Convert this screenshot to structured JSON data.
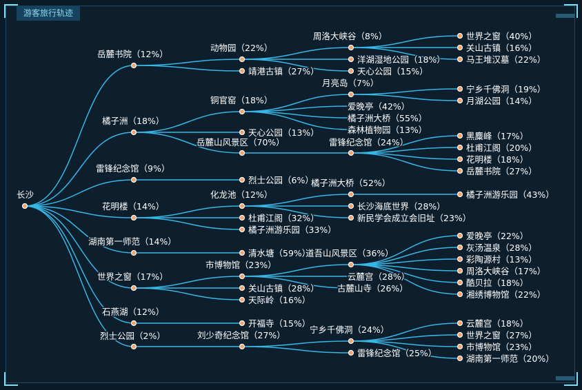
{
  "panel": {
    "title": "游客旅行轨迹"
  },
  "colors": {
    "line": "#38b7e6",
    "node_fill": "#f3a36a",
    "node_stroke": "#ffffff",
    "text": "#ffffff"
  },
  "chart_data": {
    "type": "tree",
    "root": "长沙",
    "children": [
      {
        "label": "岳麓书院（12%）",
        "children": [
          {
            "label": "动物园（22%）",
            "children": [
              {
                "label": "周洛大峡谷（8%）",
                "children": [
                  {
                    "label": "世界之窗（40%）"
                  },
                  {
                    "label": "关山古镇（16%）"
                  },
                  {
                    "label": "马王堆汉墓（22%）"
                  }
                ]
              },
              {
                "label": "洋湖湿地公园（18%）"
              },
              {
                "label": "天心公园（15%）"
              }
            ]
          },
          {
            "label": "靖港古镇（27%）"
          }
        ]
      },
      {
        "label": "橘子洲（18%）",
        "children": [
          {
            "label": "铜官窑（18%）",
            "children": [
              {
                "label": "月亮岛（7%）",
                "children": [
                  {
                    "label": "宁乡千佛洞（19%）"
                  },
                  {
                    "label": "月湖公园（14%）"
                  }
                ]
              },
              {
                "label": "爱晚亭（42%）"
              },
              {
                "label": "橘子洲大桥（55%）"
              },
              {
                "label": "森林植物园（13%）"
              }
            ]
          },
          {
            "label": "天心公园（13%）"
          },
          {
            "label": "岳麓山风景区（70%）",
            "children": [
              {
                "label": "雷锋纪念馆（24%）",
                "children": [
                  {
                    "label": "黑麋峰（17%）"
                  },
                  {
                    "label": "杜甫江阁（20%）"
                  },
                  {
                    "label": "花明楼（18%）"
                  },
                  {
                    "label": "岳麓书院（27%）"
                  }
                ]
              }
            ]
          }
        ]
      },
      {
        "label": "雷锋纪念馆（9%）",
        "children": [
          {
            "label": "烈士公园（6%）"
          }
        ]
      },
      {
        "label": "花明楼（14%）",
        "children": [
          {
            "label": "化龙池（12%）",
            "children": [
              {
                "label": "橘子洲大桥（52%）",
                "children": [
                  {
                    "label": "橘子洲游乐园（43%）"
                  }
                ]
              },
              {
                "label": "长沙海底世界（28%）"
              },
              {
                "label": "新民学会成立会旧址（23%）"
              }
            ]
          },
          {
            "label": "杜甫江阁（32%）"
          },
          {
            "label": "橘子洲游乐园（33%）"
          }
        ]
      },
      {
        "label": "湖南第一师范（14%）",
        "children": [
          {
            "label": "清水塘（59%）"
          }
        ]
      },
      {
        "label": "世界之窗（17%）",
        "children": [
          {
            "label": "市博物馆（23%）",
            "children": [
              {
                "label": "道吾山风景区（36%）",
                "children": [
                  {
                    "label": "爱晚亭（22%）"
                  },
                  {
                    "label": "灰汤温泉（28%）"
                  },
                  {
                    "label": "彩陶源村（13%）"
                  },
                  {
                    "label": "周洛大峡谷（17%）"
                  },
                  {
                    "label": "酷贝拉（18%）"
                  },
                  {
                    "label": "湘绣博物馆（22%）"
                  }
                ]
              },
              {
                "label": "云麓宫（28%）"
              },
              {
                "label": "古麓山寺（26%）"
              }
            ]
          },
          {
            "label": "关山古镇（28%）"
          },
          {
            "label": "天际岭（16%）"
          }
        ]
      },
      {
        "label": "石燕湖（12%）",
        "children": [
          {
            "label": "开福寺（15%）"
          }
        ]
      },
      {
        "label": "烈士公园（2%）",
        "children": [
          {
            "label": "刘少奇纪念馆（27%）",
            "children": [
              {
                "label": "宁乡千佛洞（24%）",
                "children": [
                  {
                    "label": "云麓宫（18%）"
                  },
                  {
                    "label": "世界之窗（27%）"
                  },
                  {
                    "label": "市博物馆（23%）"
                  },
                  {
                    "label": "湖南第一师范（20%）"
                  }
                ]
              },
              {
                "label": "雷锋纪念馆（25%）"
              }
            ]
          }
        ]
      }
    ]
  }
}
